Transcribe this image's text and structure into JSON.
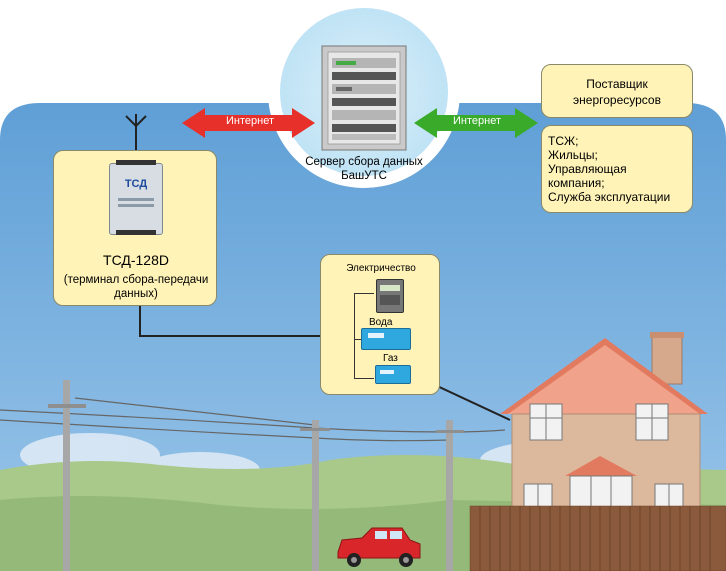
{
  "arrows": {
    "left_label": "Интернет",
    "right_label": "Интернет"
  },
  "server": {
    "caption_line1": "Сервер сбора данных",
    "caption_line2": "БашУТС"
  },
  "supplier": {
    "line1": "Поставщик",
    "line2": "энергоресурсов"
  },
  "consumers": {
    "items": [
      "ТСЖ;",
      "Жильцы;",
      "Управляющая",
      "компания;",
      "Служба эксплуатации"
    ]
  },
  "terminal": {
    "device_text": "ТСД",
    "title": "ТСД-128D",
    "desc_line1": "(терминал сбора-передачи",
    "desc_line2": "данных)"
  },
  "meters": {
    "electricity": "Электричество",
    "water": "Вода",
    "gas": "Газ"
  },
  "colors": {
    "sky": "#6fa8d8",
    "grass": "#a9c98a",
    "box_fill": "#fff3b8",
    "red_arrow": "#e8302a",
    "green_arrow": "#3aaa2a"
  }
}
